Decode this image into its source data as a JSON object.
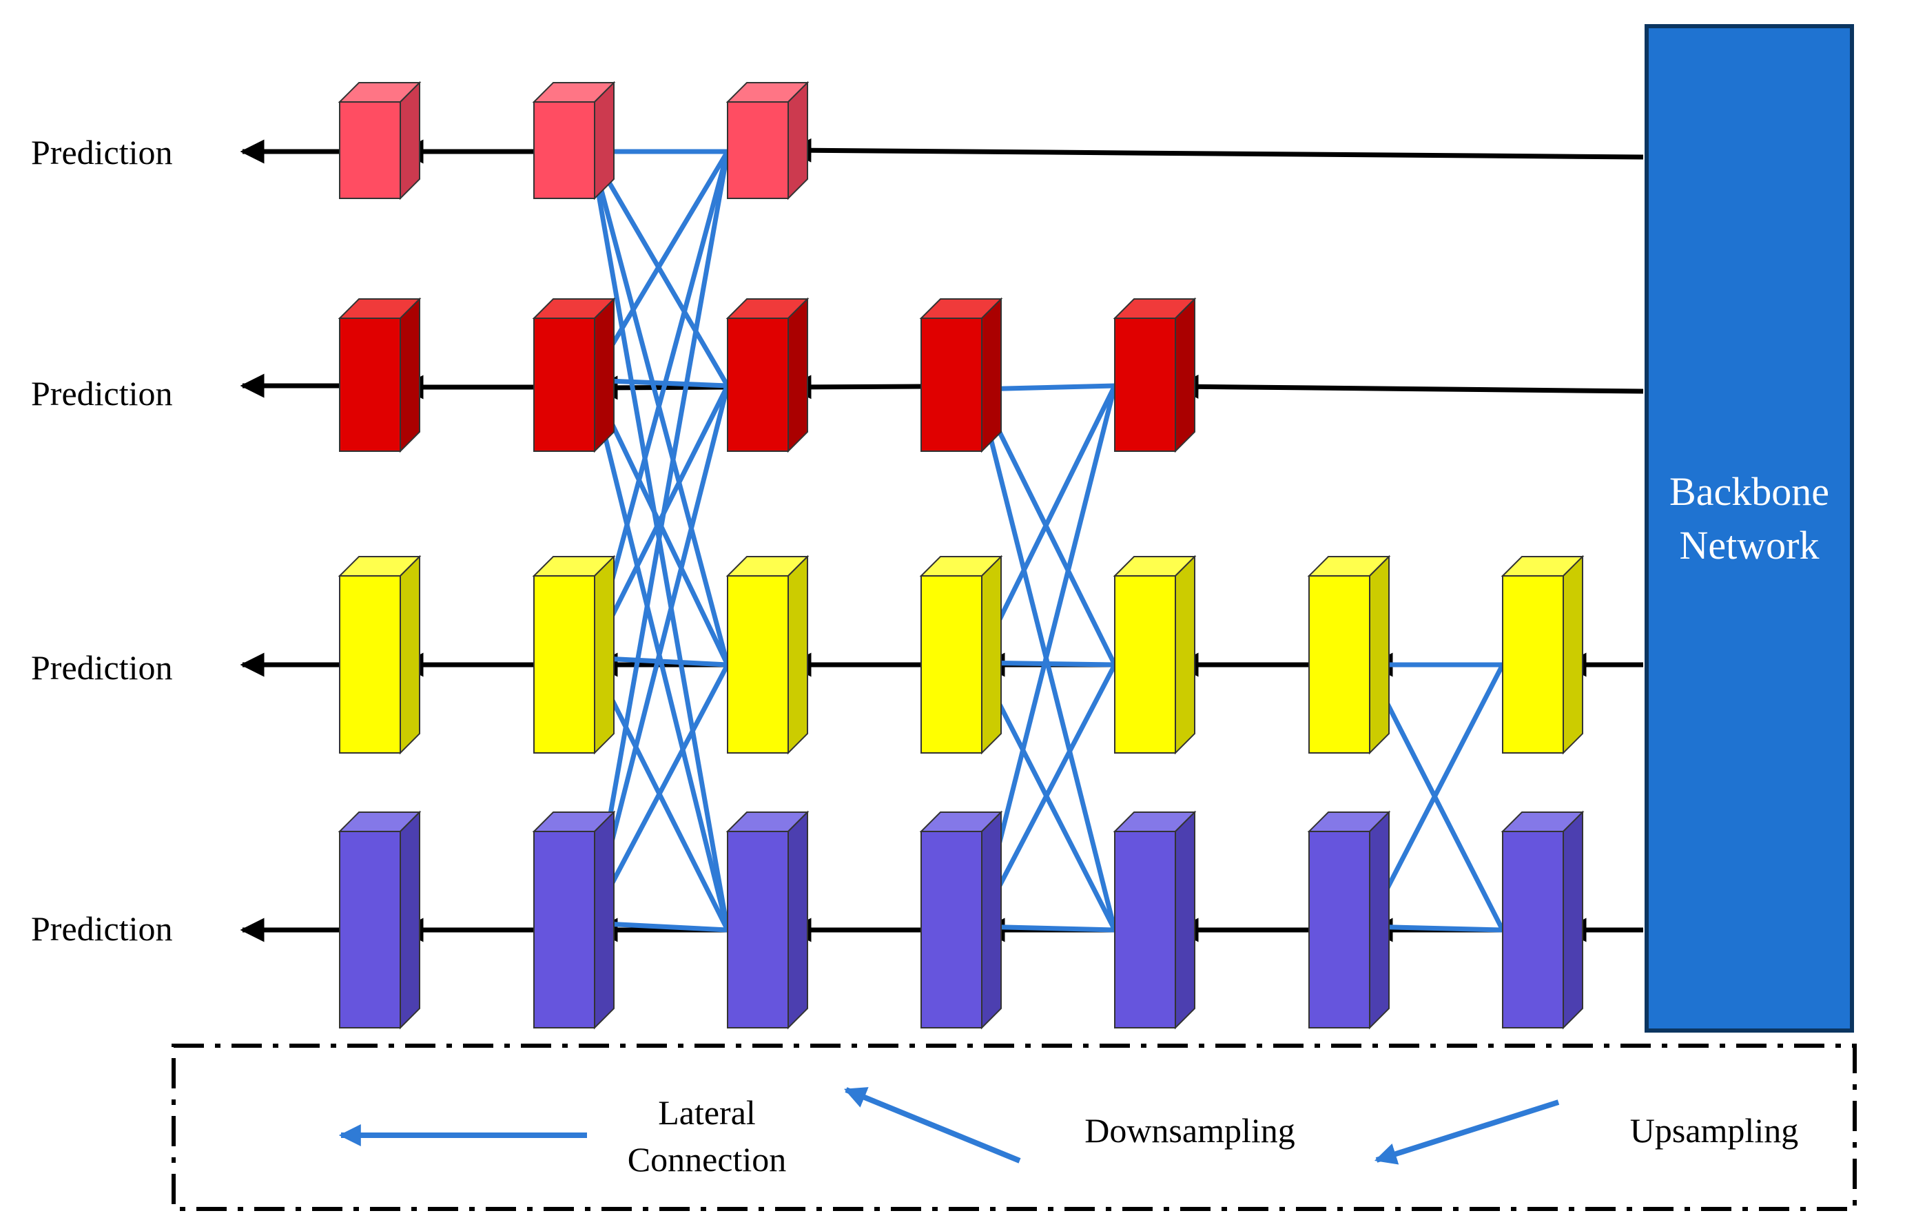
{
  "levels": [
    {
      "id": "p6",
      "label": "Prediction",
      "front": "#ff4d62",
      "side": "#cc3a4f",
      "top": "#ff7585"
    },
    {
      "id": "p5",
      "label": "Prediction",
      "front": "#e00000",
      "side": "#aa0000",
      "top": "#f03a3a"
    },
    {
      "id": "p4",
      "label": "Prediction",
      "front": "#ffff00",
      "side": "#cccc00",
      "top": "#ffff4d"
    },
    {
      "id": "p3",
      "label": "Prediction",
      "front": "#6655dd",
      "side": "#4c3fb0",
      "top": "#8478e8"
    }
  ],
  "backbone": {
    "line1": "Backbone",
    "line2": "Network",
    "fill": "#1f73d1",
    "stroke": "#0b3560"
  },
  "legend": {
    "lateral_line1": "Lateral",
    "lateral_line2": "Connection",
    "downsampling": "Downsampling",
    "upsampling": "Upsampling"
  },
  "colors": {
    "arrow_black": "#000000",
    "arrow_blue": "#2f7bd6"
  }
}
